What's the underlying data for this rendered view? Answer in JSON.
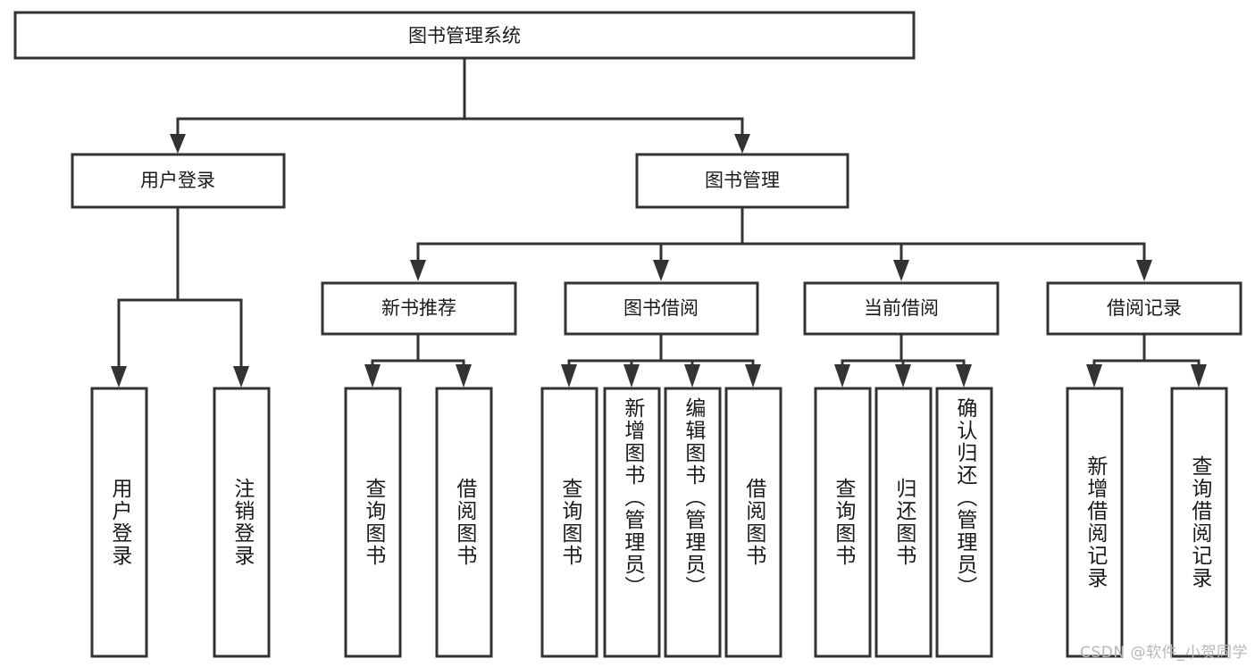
{
  "diagram": {
    "title": "图书管理系统",
    "watermark": "CSDN @软件_小贺同学",
    "levels": {
      "root": {
        "label": "图书管理系统"
      },
      "level1": [
        {
          "label": "用户登录"
        },
        {
          "label": "图书管理"
        }
      ],
      "level2": [
        {
          "label": "新书推荐"
        },
        {
          "label": "图书借阅"
        },
        {
          "label": "当前借阅"
        },
        {
          "label": "借阅记录"
        }
      ],
      "leaves": {
        "user_login": [
          {
            "label": "用户登录"
          },
          {
            "label": "注销登录"
          }
        ],
        "new_book_recommend": [
          {
            "label": "查询图书"
          },
          {
            "label": "借阅图书"
          }
        ],
        "book_borrow": [
          {
            "label": "查询图书"
          },
          {
            "label": "新增图书（管理员）"
          },
          {
            "label": "编辑图书（管理员）"
          },
          {
            "label": "借阅图书"
          }
        ],
        "current_borrow": [
          {
            "label": "查询图书"
          },
          {
            "label": "归还图书"
          },
          {
            "label": "确认归还（管理员）"
          }
        ],
        "borrow_record": [
          {
            "label": "新增借阅记录"
          },
          {
            "label": "查询借阅记录"
          }
        ]
      }
    },
    "colors": {
      "stroke": "#333333",
      "fill": "#ffffff",
      "text": "#1a1a1a",
      "watermark": "#b8b8b8"
    }
  }
}
